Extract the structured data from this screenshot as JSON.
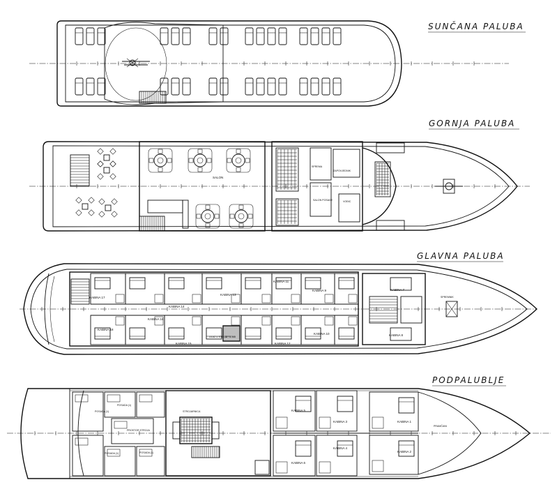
{
  "decks": [
    {
      "title": "SUNČANA PALUBA",
      "rooms": []
    },
    {
      "title": "GORNJA PALUBA",
      "rooms": [
        "SALON",
        "SPREMA",
        "ZAPOVJEDNIK",
        "SALON POSADE",
        "VOĐIC"
      ]
    },
    {
      "title": "GLAVNA PALUBA",
      "rooms": [
        "KABINA 17",
        "KABINA 18",
        "KABINA 14",
        "KABINA 15",
        "KABINA 16",
        "KABINA 13",
        "ULAZ U STROJ",
        "SPREMA",
        "KABINA 11",
        "KABINA 12",
        "KABINA 9",
        "KABINA 10",
        "KABINA 7",
        "KABINA 8",
        "SPREMNIK"
      ]
    },
    {
      "title": "PODPALUBLJE",
      "rooms": [
        "POSADA (1)",
        "POSADA (1)",
        "POSADA (1)",
        "POSADA (1)",
        "PROSTOR STROJA",
        "STROJARNICA",
        "KABINA 5",
        "KABINA 6",
        "KABINA 3",
        "KABINA 4",
        "KABINA 1",
        "KABINA 2",
        "PRAMČANI"
      ]
    }
  ]
}
